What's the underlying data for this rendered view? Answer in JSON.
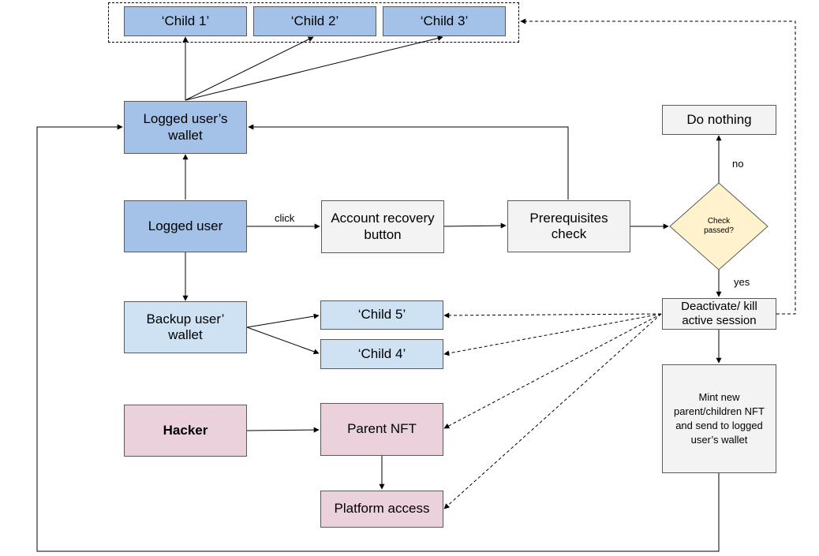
{
  "nodes": {
    "child1": "‘Child 1’",
    "child2": "‘Child 2’",
    "child3": "‘Child 3’",
    "logged_wallet": "Logged user’s wallet",
    "logged_user": "Logged user",
    "recovery_button": "Account recovery button",
    "prereq_check": "Prerequisites check",
    "check_passed": "Check passed?",
    "do_nothing": "Do nothing",
    "deactivate": "Deactivate/ kill active session",
    "backup_wallet": "Backup user’ wallet",
    "child5": "‘Child 5’",
    "child4": "‘Child 4’",
    "hacker": "Hacker",
    "parent_nft": "Parent NFT",
    "platform_access": "Platform access",
    "mint": "Mint new parent/children NFT and send to logged user’s wallet"
  },
  "edge_labels": {
    "click": "click",
    "no": "no",
    "yes": "yes"
  },
  "colors": {
    "blue": "#a4c2e8",
    "light_blue": "#cfe2f3",
    "grey": "#f3f3f3",
    "pink": "#ead1dc",
    "yellow": "#fff2cc"
  }
}
